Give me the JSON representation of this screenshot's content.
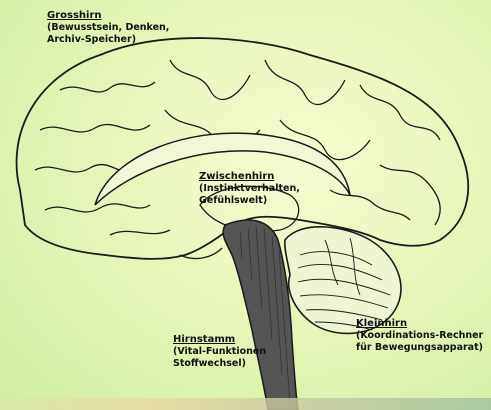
{
  "labels": {
    "grosshirn": {
      "title": "Grosshirn",
      "lines": [
        "(Bewusstsein, Denken,",
        "Archiv-Speicher)"
      ]
    },
    "zwischenhirn": {
      "title": "Zwischenhirn",
      "lines": [
        "(Instinktverhalten,",
        "Gefühlswelt)"
      ]
    },
    "hirnstamm": {
      "title": "Hirnstamm",
      "lines": [
        "(Vital-Funktionen",
        "Stoffwechsel)"
      ]
    },
    "kleinhirn": {
      "title": "Kleinhirn",
      "lines": [
        "(Koordinations-Rechner",
        "für Bewegungsapparat)"
      ]
    }
  },
  "colors": {
    "background": "#e7f6b8",
    "outline": "#1a1a1a",
    "brainstem": "#555555"
  }
}
